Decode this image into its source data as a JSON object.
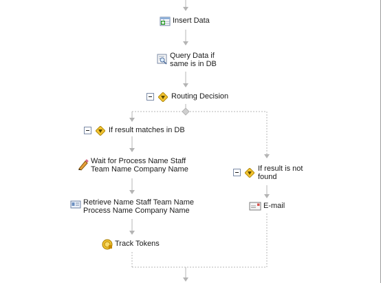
{
  "workflow": {
    "insert_data": "Insert Data",
    "query_data": [
      "Query Data if",
      "same is in DB"
    ],
    "routing_decision": "Routing Decision",
    "branch_match": "If result matches in DB",
    "branch_not_found": [
      "If result is not",
      "found"
    ],
    "wait_for": [
      "Wait for Process Name Staff",
      "Team Name Company Name"
    ],
    "retrieve": [
      "Retrieve Name Staff Team Name",
      "Process Name Company Name"
    ],
    "track_tokens": "Track Tokens",
    "email": "E-mail"
  },
  "icons": {
    "insert": "insert-data-icon",
    "query": "query-data-icon",
    "decision": "decision-diamond-icon",
    "wait": "wait-pencil-icon",
    "retrieve": "retrieve-data-icon",
    "track": "track-tokens-icon",
    "email": "email-icon",
    "collapse": "collapse-icon"
  },
  "colors": {
    "connector": "#b4b4b4",
    "decision_fill": "#f4c430",
    "token_fill": "#f1c232"
  }
}
